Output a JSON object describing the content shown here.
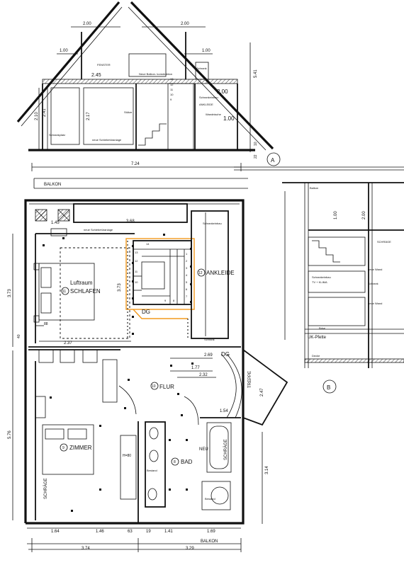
{
  "section_a": {
    "dims_top": [
      "2.00",
      "2.00"
    ],
    "dims_side": [
      "1.00",
      "1.00"
    ],
    "fenster": "FENSTER",
    "dim_245": "2.45",
    "neue_balkonkonstruktion": "Neue Balkon-\nkonstruktion",
    "schrank_top": "Schrank",
    "schrankeinbau": "Schrankeinbau",
    "ankleide": "ANKLEIDE",
    "dim_200": "2.00",
    "dim_100": "1.00",
    "stutze": "Stütze",
    "wandnische": "Wandnische",
    "schrankplatz": "Schrankplatz",
    "neue_schiebeturanlage": "neue Schiebetüranlage",
    "heights_left": [
      "2.10",
      "2.41"
    ],
    "height_mid": "2.17",
    "height_right": "5.41",
    "dim_total": "7.24",
    "stair_numbers": [
      "13",
      "12",
      "11",
      "10",
      "9"
    ],
    "label": "A",
    "small_dims": [
      "22",
      "10"
    ]
  },
  "section_b": {
    "balkon": "Balkon",
    "dim_100": "1.00",
    "dim_200": "2.00",
    "schrage": "SCHRÄGE",
    "schrankeinbau": "Schrankeinbau",
    "tv_klima": "TV + KLIMA",
    "uk_pfette": "UK-Pfette",
    "brise": "Brise",
    "decke": "Decke",
    "label": "B",
    "small_notes": [
      "neue Wand",
      "Schrank",
      "neue Wand"
    ]
  },
  "plan": {
    "balkon_top": "BALKON",
    "balkon_bottom": "BALKON",
    "dims": {
      "d145": "1.45",
      "d368": "3.68",
      "d373_left": "3.73",
      "d373_mid": "3.73",
      "d88": "88",
      "d237": "2.37",
      "d269": "2.69",
      "d177": "1.77",
      "d232": "2.32",
      "d247": "2.47",
      "d154": "1.54",
      "d576": "5.76",
      "d314": "3.14",
      "d40": "40",
      "h80": "H=80",
      "bottom_row": [
        "1.64",
        "1.46",
        "63",
        "19",
        "1.41",
        "1.69"
      ],
      "bottom_total": [
        "3.74",
        "3.29"
      ]
    },
    "rooms": {
      "r11_num": "11",
      "r11_name": "SCHLAFEN",
      "luftraum": "Luftraum",
      "r12_num": "12",
      "r12_name": "ANKLEIDE",
      "r10_num": "10",
      "r10_name": "FLUR",
      "r9_num": "9",
      "r9_name": "ZIMMER",
      "r8_num": "8",
      "r8_name": "BAD",
      "dg1": "DG",
      "dg2": "DG",
      "treppe": "TREPPE",
      "schrage_left": "SCHRÄGE",
      "schrage_bath": "SCHRÄGE",
      "neu": "NEU",
      "bestand": "Bestand",
      "bestand2": "Bestand",
      "schrankeinbau": "Schrankeinbau",
      "neue_schiebeturanlage": "neue Schiebetüranlage",
      "schrank_note": "Schrank",
      "stair_nums": [
        "1",
        "2",
        "3",
        "4",
        "5",
        "6",
        "7",
        "8",
        "9",
        "10",
        "11",
        "12",
        "13",
        "14"
      ]
    }
  }
}
